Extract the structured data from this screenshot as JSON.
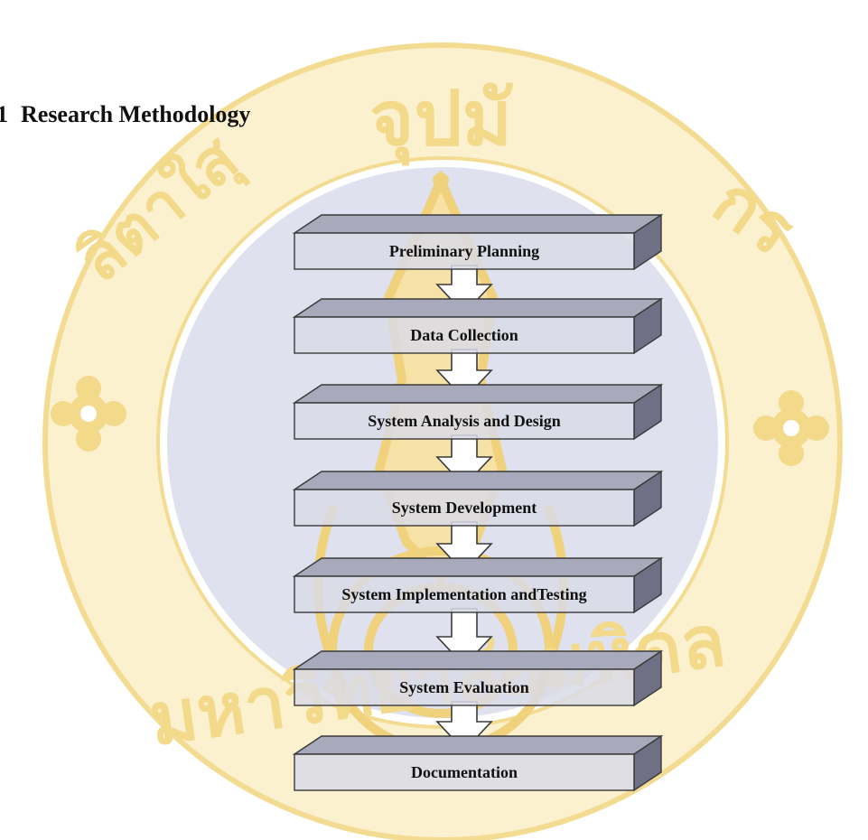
{
  "heading": {
    "number": "1",
    "title": "Research Methodology"
  },
  "watermark": {
    "description_icon": "university-seal-watermark",
    "text_top": "จุปมั",
    "text_left": "ลิตาใสุ",
    "text_right": "กร",
    "text_bottom": "มหาวิทยาลัยมหิดล",
    "ring_color": "#f7e7b0",
    "inner_color": "#d9dcec",
    "emblem_color": "#f3d98a"
  },
  "colors": {
    "box_front": "#d9dae6",
    "box_top": "#a8a9ba",
    "box_side": "#6f7085",
    "box_stroke": "#3a3a3a",
    "arrow_fill": "#ffffff",
    "text": "#111111"
  },
  "steps": [
    {
      "label": "Preliminary Planning"
    },
    {
      "label": "Data Collection"
    },
    {
      "label": "System Analysis and Design"
    },
    {
      "label": "System Development"
    },
    {
      "label": "System Implementation andTesting"
    },
    {
      "label": "System Evaluation"
    },
    {
      "label": "Documentation"
    }
  ]
}
